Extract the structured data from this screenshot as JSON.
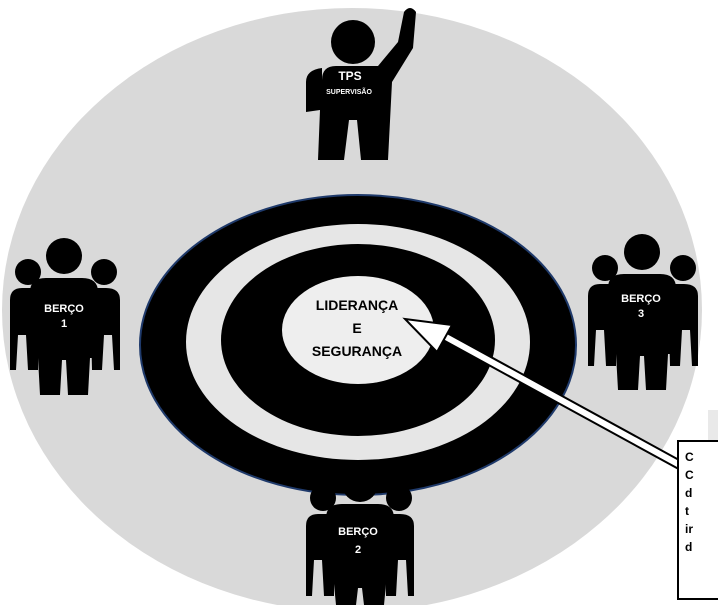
{
  "center": {
    "line1": "LIDERANÇA",
    "line2": "E",
    "line3": "SEGURANÇA"
  },
  "supervisor": {
    "title": "TPS",
    "subtitle": "SUPERVISÃO"
  },
  "berths": [
    {
      "name": "BERÇO",
      "number": "1"
    },
    {
      "name": "BERÇO",
      "number": "2"
    },
    {
      "name": "BERÇO",
      "number": "3"
    }
  ],
  "callout": {
    "lines": [
      "C",
      "C",
      "d",
      "t",
      "ir",
      "d"
    ]
  },
  "colors": {
    "outer": "#d9d9d9",
    "ring_dark": "#000000",
    "ring_light": "#e6e6e6",
    "center": "#eeeeee",
    "border": "#1f3a6b"
  }
}
